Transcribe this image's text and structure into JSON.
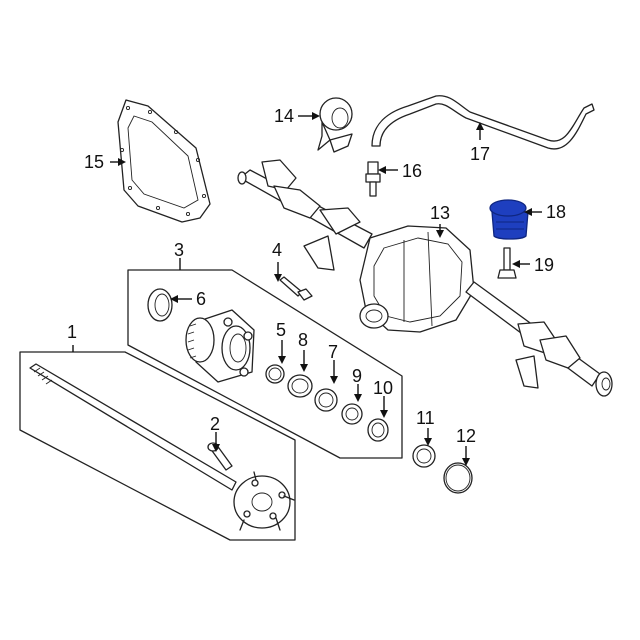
{
  "diagram": {
    "callouts": [
      {
        "id": "1",
        "label": "1"
      },
      {
        "id": "2",
        "label": "2"
      },
      {
        "id": "3",
        "label": "3"
      },
      {
        "id": "4",
        "label": "4"
      },
      {
        "id": "5",
        "label": "5"
      },
      {
        "id": "6",
        "label": "6"
      },
      {
        "id": "7",
        "label": "7"
      },
      {
        "id": "8",
        "label": "8"
      },
      {
        "id": "9",
        "label": "9"
      },
      {
        "id": "10",
        "label": "10"
      },
      {
        "id": "11",
        "label": "11"
      },
      {
        "id": "12",
        "label": "12"
      },
      {
        "id": "13",
        "label": "13"
      },
      {
        "id": "14",
        "label": "14"
      },
      {
        "id": "15",
        "label": "15"
      },
      {
        "id": "16",
        "label": "16"
      },
      {
        "id": "17",
        "label": "17"
      },
      {
        "id": "18",
        "label": "18"
      },
      {
        "id": "19",
        "label": "19"
      }
    ],
    "colors": {
      "line": "#222222",
      "highlight_part": "#1e3fbf",
      "highlight_part_dark": "#0f2680",
      "background": "#ffffff"
    },
    "highlighted_part": "18"
  }
}
